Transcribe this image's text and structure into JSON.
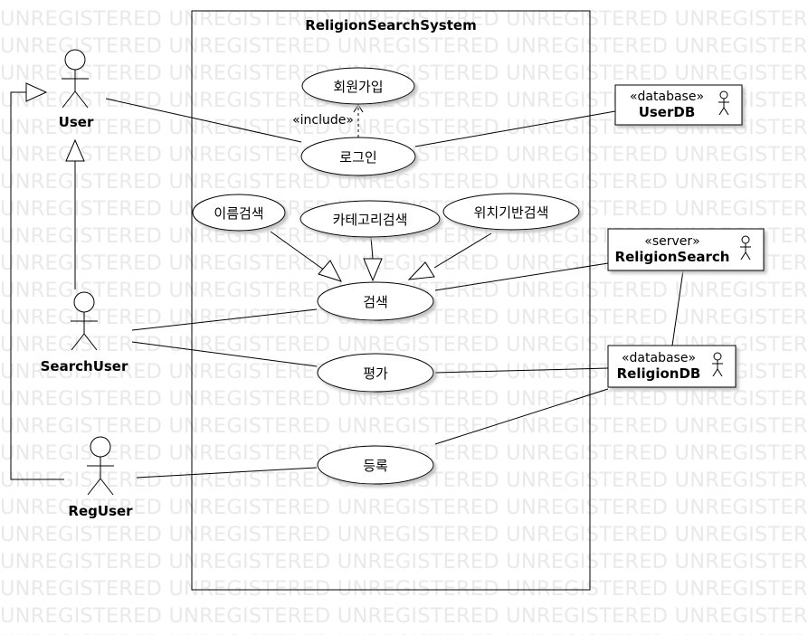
{
  "watermark_text": "UNREGISTERED UNREGISTERED UNREGISTERED UNREGISTERED UNREGISTERED",
  "system": {
    "title": "ReligionSearchSystem"
  },
  "actors": {
    "user": "User",
    "search_user": "SearchUser",
    "reg_user": "RegUser"
  },
  "use_cases": {
    "signup": "회원가입",
    "login": "로그인",
    "name_search": "이름검색",
    "category_search": "카테고리검색",
    "location_search": "위치기반검색",
    "search": "검색",
    "rate": "평가",
    "register": "등록"
  },
  "include_label": "«include»",
  "external": {
    "userdb": {
      "stereotype": "«database»",
      "name": "UserDB"
    },
    "religion_search": {
      "stereotype": "«server»",
      "name": "ReligionSearch"
    },
    "religiondb": {
      "stereotype": "«database»",
      "name": "ReligionDB"
    }
  },
  "colors": {
    "line": "#000000",
    "watermark": "#e9e9e9",
    "shadow": "#c8c8c8"
  }
}
